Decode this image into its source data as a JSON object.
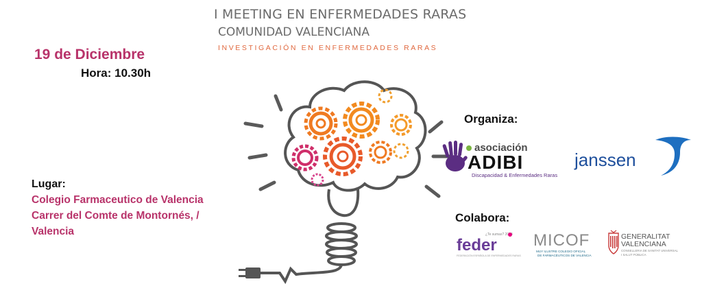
{
  "header": {
    "line1": "I MEETING EN ENFERMEDADES RARAS",
    "line2": "COMUNIDAD VALENCIANA",
    "subtitle": "INVESTIGACIÓN EN ENFERMEDADES RARAS"
  },
  "event": {
    "date": "19 de Diciembre",
    "hour": "Hora: 10.30h"
  },
  "lugar": {
    "label": "Lugar:",
    "lines": [
      "Colegio Farmaceutico de Valencia",
      "Carrer del Comte de Montornés, /",
      "Valencia"
    ]
  },
  "organiza": {
    "label": "Organiza:",
    "adibi": {
      "top": "asociación",
      "name": "ADIBI",
      "sub": "Discapacidad & Enfermedades Raras"
    },
    "janssen": "janssen"
  },
  "colabora": {
    "label": "Colabora:",
    "feder": {
      "name": "feder",
      "small_top": "¿Te sumas? 2024",
      "small_bottom": "FEDERACIÓN ESPAÑOLA DE ENFERMEDADES RARAS"
    },
    "micof": {
      "name": "MICOF",
      "sub1": "MUY ILUSTRE COLEGIO OFICIAL",
      "sub2": "DE FARMACÉUTICOS DE VALENCIA"
    },
    "generalitat": {
      "line1": "GENERALITAT",
      "line2": "VALENCIANA",
      "sub1": "CONSELLERIA DE SANITAT UNIVERSAL",
      "sub2": "I SALUT PÚBLICA"
    }
  },
  "colors": {
    "accent": "#b8336a",
    "orange": "#ef7a22",
    "gray": "#6b6b6b"
  }
}
